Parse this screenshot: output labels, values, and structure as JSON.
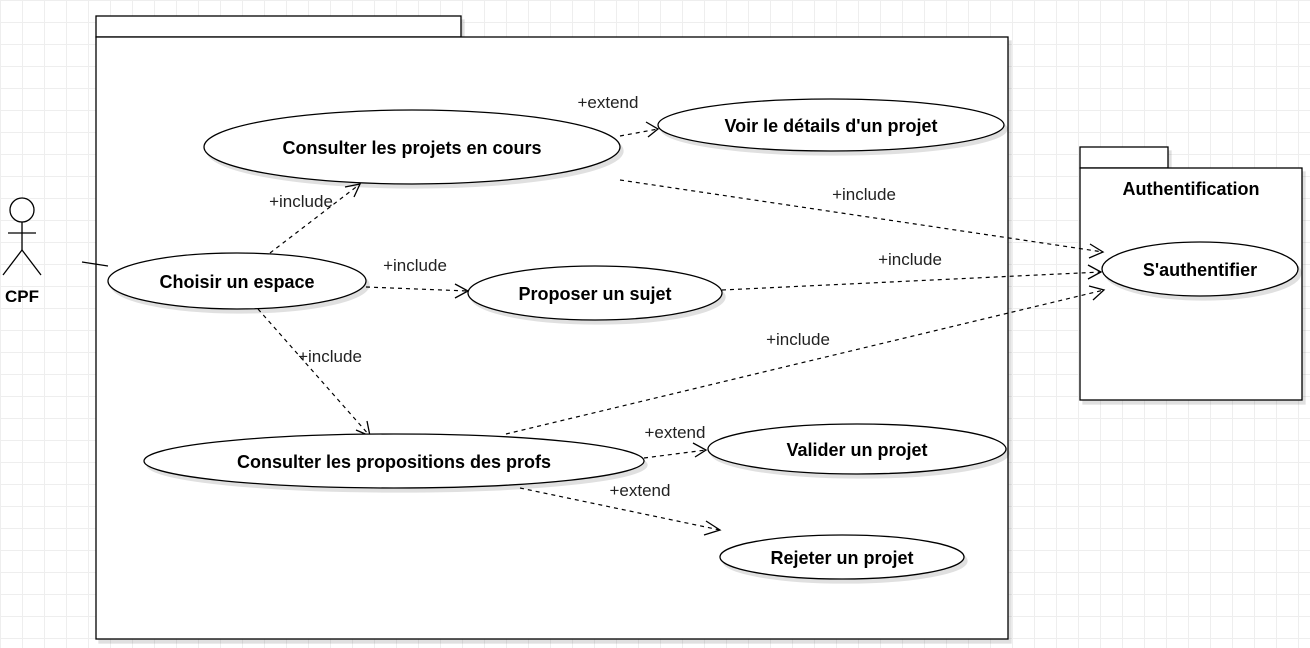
{
  "actor": {
    "name": "CPF"
  },
  "packages": {
    "main": {
      "name": ""
    },
    "auth": {
      "name": "Authentification"
    }
  },
  "use_cases": {
    "consulter_projets": "Consulter les projets en cours",
    "voir_details": "Voir le détails d'un projet",
    "choisir_espace": "Choisir un espace",
    "proposer_sujet": "Proposer un sujet",
    "consulter_propositions": "Consulter les propositions des profs",
    "valider_projet": "Valider un projet",
    "rejeter_projet": "Rejeter un projet",
    "authentifier": "S'authentifier"
  },
  "relations": {
    "extend_voir": "+extend",
    "include_consulter": "+include",
    "include_proposer": "+include",
    "include_propositions": "+include",
    "include_auth_1": "+include",
    "include_auth_2": "+include",
    "include_auth_3": "+include",
    "extend_valider": "+extend",
    "extend_rejeter": "+extend"
  }
}
